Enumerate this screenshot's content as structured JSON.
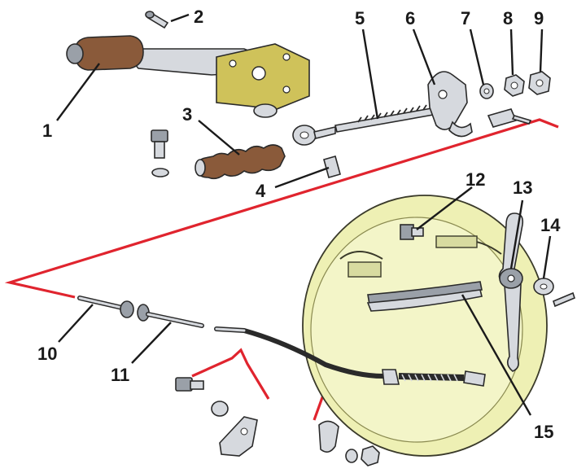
{
  "callouts": [
    {
      "id": "1",
      "text": "1"
    },
    {
      "id": "2",
      "text": "2"
    },
    {
      "id": "3",
      "text": "3"
    },
    {
      "id": "4",
      "text": "4"
    },
    {
      "id": "5",
      "text": "5"
    },
    {
      "id": "6",
      "text": "6"
    },
    {
      "id": "7",
      "text": "7"
    },
    {
      "id": "8",
      "text": "8"
    },
    {
      "id": "9",
      "text": "9"
    },
    {
      "id": "10",
      "text": "10"
    },
    {
      "id": "11",
      "text": "11"
    },
    {
      "id": "12",
      "text": "12"
    },
    {
      "id": "13",
      "text": "13"
    },
    {
      "id": "14",
      "text": "14"
    },
    {
      "id": "15",
      "text": "15"
    }
  ],
  "colors": {
    "guide_line": "#e0242e",
    "drum_fill": "#eef0b4",
    "handle_grip": "#8a5a3a",
    "bracket": "#cfc25a"
  }
}
